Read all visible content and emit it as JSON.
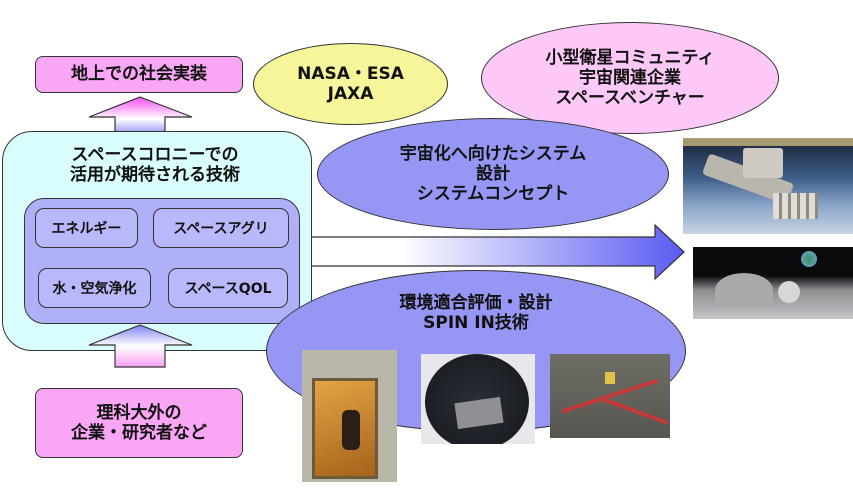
{
  "diagram": {
    "social_implementation": "地上での社会実装",
    "colony_tech": {
      "title_line1": "スペースコロニーでの",
      "title_line2": "活用が期待される技術",
      "items": [
        "エネルギー",
        "スペースアグリ",
        "水・空気浄化",
        "スペースQOL"
      ]
    },
    "partners": {
      "line1": "理科大外の",
      "line2": "企業・研究者など"
    },
    "agencies": {
      "line1": "NASA・ESA",
      "line2": "JAXA"
    },
    "community": {
      "line1": "小型衛星コミュニティ",
      "line2": "宇宙関連企業",
      "line3": "スペースベンチャー"
    },
    "system_design": {
      "line1": "宇宙化へ向けたシステム",
      "line2": "設計",
      "line3": "システムコンセプト"
    },
    "environment": {
      "line1": "環境適合評価・設計",
      "line2": "SPIN IN技術"
    },
    "photos": [
      "iss-photo",
      "lunar-base-photo",
      "test-chamber-photo",
      "vacuum-chamber-photo",
      "harness-photo"
    ],
    "colors": {
      "pink": "#f9a6f5",
      "yellow": "#f7f59a",
      "light_pink": "#fbc8f7",
      "blue": "#9696f4",
      "cyan": "#d9fcfc",
      "tile": "#b8b8fb"
    }
  }
}
